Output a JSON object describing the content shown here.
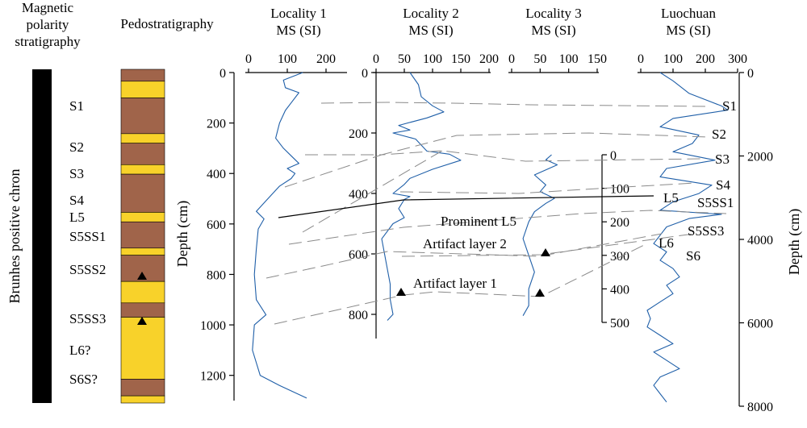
{
  "left_panel": {
    "magnetic_title": [
      "Magnetic",
      "polarity",
      "stratigraphy"
    ],
    "chron_label": "Brunhes positive chron",
    "pedo_title": "Pedostratigraphy",
    "units": [
      "S1",
      "S2",
      "S3",
      "S4",
      "L5",
      "S5SS1",
      "S5SS2",
      "S5SS3",
      "L6?",
      "S6S?"
    ],
    "colors": {
      "paleosol": "#a0644a",
      "loess": "#f8d22a",
      "polarity_bar": "#000000",
      "ms_curve": "#1f5fa8",
      "correlation": "#8a8a8a"
    },
    "column_layers": [
      {
        "type": "paleosol",
        "top": 0,
        "bottom": 5
      },
      {
        "type": "loess",
        "top": 5,
        "bottom": 12
      },
      {
        "type": "paleosol",
        "top": 12,
        "bottom": 27
      },
      {
        "type": "loess",
        "top": 27,
        "bottom": 31
      },
      {
        "type": "paleosol",
        "top": 31,
        "bottom": 40
      },
      {
        "type": "loess",
        "top": 40,
        "bottom": 44
      },
      {
        "type": "paleosol",
        "top": 44,
        "bottom": 60
      },
      {
        "type": "loess",
        "top": 60,
        "bottom": 64
      },
      {
        "type": "paleosol",
        "top": 64,
        "bottom": 75
      },
      {
        "type": "loess",
        "top": 75,
        "bottom": 78
      },
      {
        "type": "paleosol",
        "top": 78,
        "bottom": 89
      },
      {
        "type": "loess",
        "top": 89,
        "bottom": 98
      },
      {
        "type": "paleosol",
        "top": 98,
        "bottom": 104
      },
      {
        "type": "loess",
        "top": 104,
        "bottom": 130
      },
      {
        "type": "paleosol",
        "top": 130,
        "bottom": 137
      },
      {
        "type": "loess",
        "top": 137,
        "bottom": 140
      }
    ]
  },
  "chart_data": {
    "type": "line",
    "depth_label": "Depth (cm)",
    "series": [
      {
        "name": "Locality 1",
        "title": [
          "Locality 1",
          "MS (SI)"
        ],
        "xticks": [
          "0",
          "100",
          "200"
        ],
        "xlim": [
          0,
          250
        ],
        "depth_ticks": [
          "0",
          "200",
          "400",
          "600",
          "800",
          "1000",
          "1200"
        ],
        "ylim": [
          0,
          1300
        ],
        "points": [
          [
            140,
            0
          ],
          [
            90,
            30
          ],
          [
            95,
            60
          ],
          [
            130,
            80
          ],
          [
            110,
            120
          ],
          [
            95,
            150
          ],
          [
            80,
            200
          ],
          [
            70,
            260
          ],
          [
            90,
            300
          ],
          [
            110,
            330
          ],
          [
            130,
            360
          ],
          [
            100,
            380
          ],
          [
            120,
            400
          ],
          [
            110,
            420
          ],
          [
            80,
            450
          ],
          [
            50,
            500
          ],
          [
            20,
            550
          ],
          [
            40,
            580
          ],
          [
            25,
            620
          ],
          [
            20,
            700
          ],
          [
            15,
            800
          ],
          [
            20,
            900
          ],
          [
            45,
            960
          ],
          [
            15,
            1000
          ],
          [
            10,
            1100
          ],
          [
            20,
            1150
          ],
          [
            30,
            1200
          ],
          [
            80,
            1240
          ],
          [
            150,
            1290
          ]
        ]
      },
      {
        "name": "Locality 2",
        "title": [
          "Locality 2",
          "MS (SI)"
        ],
        "xticks": [
          "0",
          "50",
          "100",
          "150",
          "200"
        ],
        "xlim": [
          0,
          200
        ],
        "depth_ticks": [
          "0",
          "200",
          "400",
          "600",
          "800"
        ],
        "ylim": [
          0,
          880
        ],
        "points": [
          [
            60,
            0
          ],
          [
            75,
            40
          ],
          [
            80,
            80
          ],
          [
            100,
            110
          ],
          [
            120,
            130
          ],
          [
            90,
            150
          ],
          [
            40,
            175
          ],
          [
            60,
            190
          ],
          [
            30,
            200
          ],
          [
            70,
            220
          ],
          [
            90,
            260
          ],
          [
            130,
            270
          ],
          [
            150,
            290
          ],
          [
            100,
            320
          ],
          [
            60,
            350
          ],
          [
            50,
            370
          ],
          [
            30,
            400
          ],
          [
            60,
            410
          ],
          [
            50,
            420
          ],
          [
            40,
            450
          ],
          [
            50,
            480
          ],
          [
            30,
            500
          ],
          [
            10,
            550
          ],
          [
            15,
            600
          ],
          [
            20,
            650
          ],
          [
            25,
            700
          ],
          [
            25,
            750
          ],
          [
            30,
            800
          ],
          [
            20,
            820
          ]
        ]
      },
      {
        "name": "Locality 3",
        "title": [
          "Locality 3",
          "MS (SI)"
        ],
        "xticks": [
          "0",
          "50",
          "100",
          "150"
        ],
        "xlim": [
          0,
          150
        ],
        "depth_ticks": [
          "0",
          "100",
          "200",
          "300",
          "400",
          "500"
        ],
        "ylim": [
          0,
          500
        ],
        "points": [
          [
            70,
            0
          ],
          [
            60,
            15
          ],
          [
            80,
            30
          ],
          [
            40,
            60
          ],
          [
            60,
            90
          ],
          [
            50,
            110
          ],
          [
            75,
            130
          ],
          [
            60,
            145
          ],
          [
            40,
            170
          ],
          [
            30,
            200
          ],
          [
            20,
            250
          ],
          [
            30,
            300
          ],
          [
            40,
            350
          ],
          [
            30,
            400
          ],
          [
            30,
            450
          ],
          [
            20,
            480
          ]
        ]
      },
      {
        "name": "Luochuan",
        "title": [
          "Luochuan",
          "MS (SI)"
        ],
        "xticks": [
          "0",
          "100",
          "200",
          "300"
        ],
        "xlim": [
          0,
          300
        ],
        "depth_ticks": [
          "0",
          "2000",
          "4000",
          "6000",
          "8000"
        ],
        "ylim": [
          0,
          8000
        ],
        "points": [
          [
            60,
            0
          ],
          [
            100,
            200
          ],
          [
            150,
            500
          ],
          [
            250,
            800
          ],
          [
            270,
            900
          ],
          [
            100,
            1100
          ],
          [
            60,
            1300
          ],
          [
            180,
            1500
          ],
          [
            160,
            1700
          ],
          [
            100,
            1900
          ],
          [
            230,
            2100
          ],
          [
            80,
            2300
          ],
          [
            60,
            2500
          ],
          [
            220,
            2700
          ],
          [
            180,
            2900
          ],
          [
            100,
            3100
          ],
          [
            60,
            3300
          ],
          [
            250,
            3400
          ],
          [
            150,
            3500
          ],
          [
            80,
            3700
          ],
          [
            60,
            3900
          ],
          [
            40,
            4100
          ],
          [
            80,
            4300
          ],
          [
            60,
            4500
          ],
          [
            100,
            4700
          ],
          [
            120,
            4900
          ],
          [
            80,
            5100
          ],
          [
            100,
            5300
          ],
          [
            60,
            5500
          ],
          [
            20,
            5700
          ],
          [
            30,
            5900
          ],
          [
            20,
            6100
          ],
          [
            60,
            6300
          ],
          [
            100,
            6500
          ],
          [
            40,
            6700
          ],
          [
            80,
            6900
          ],
          [
            120,
            7100
          ],
          [
            60,
            7300
          ],
          [
            40,
            7500
          ],
          [
            60,
            7700
          ],
          [
            80,
            7900
          ]
        ]
      }
    ],
    "luochuan_labels": [
      "S1",
      "S2",
      "S3",
      "S4",
      "L5",
      "S5SS1",
      "S5SS3",
      "L6",
      "S6"
    ],
    "annotations": [
      "Prominent L5",
      "Artifact layer 2",
      "Artifact layer 1"
    ]
  }
}
